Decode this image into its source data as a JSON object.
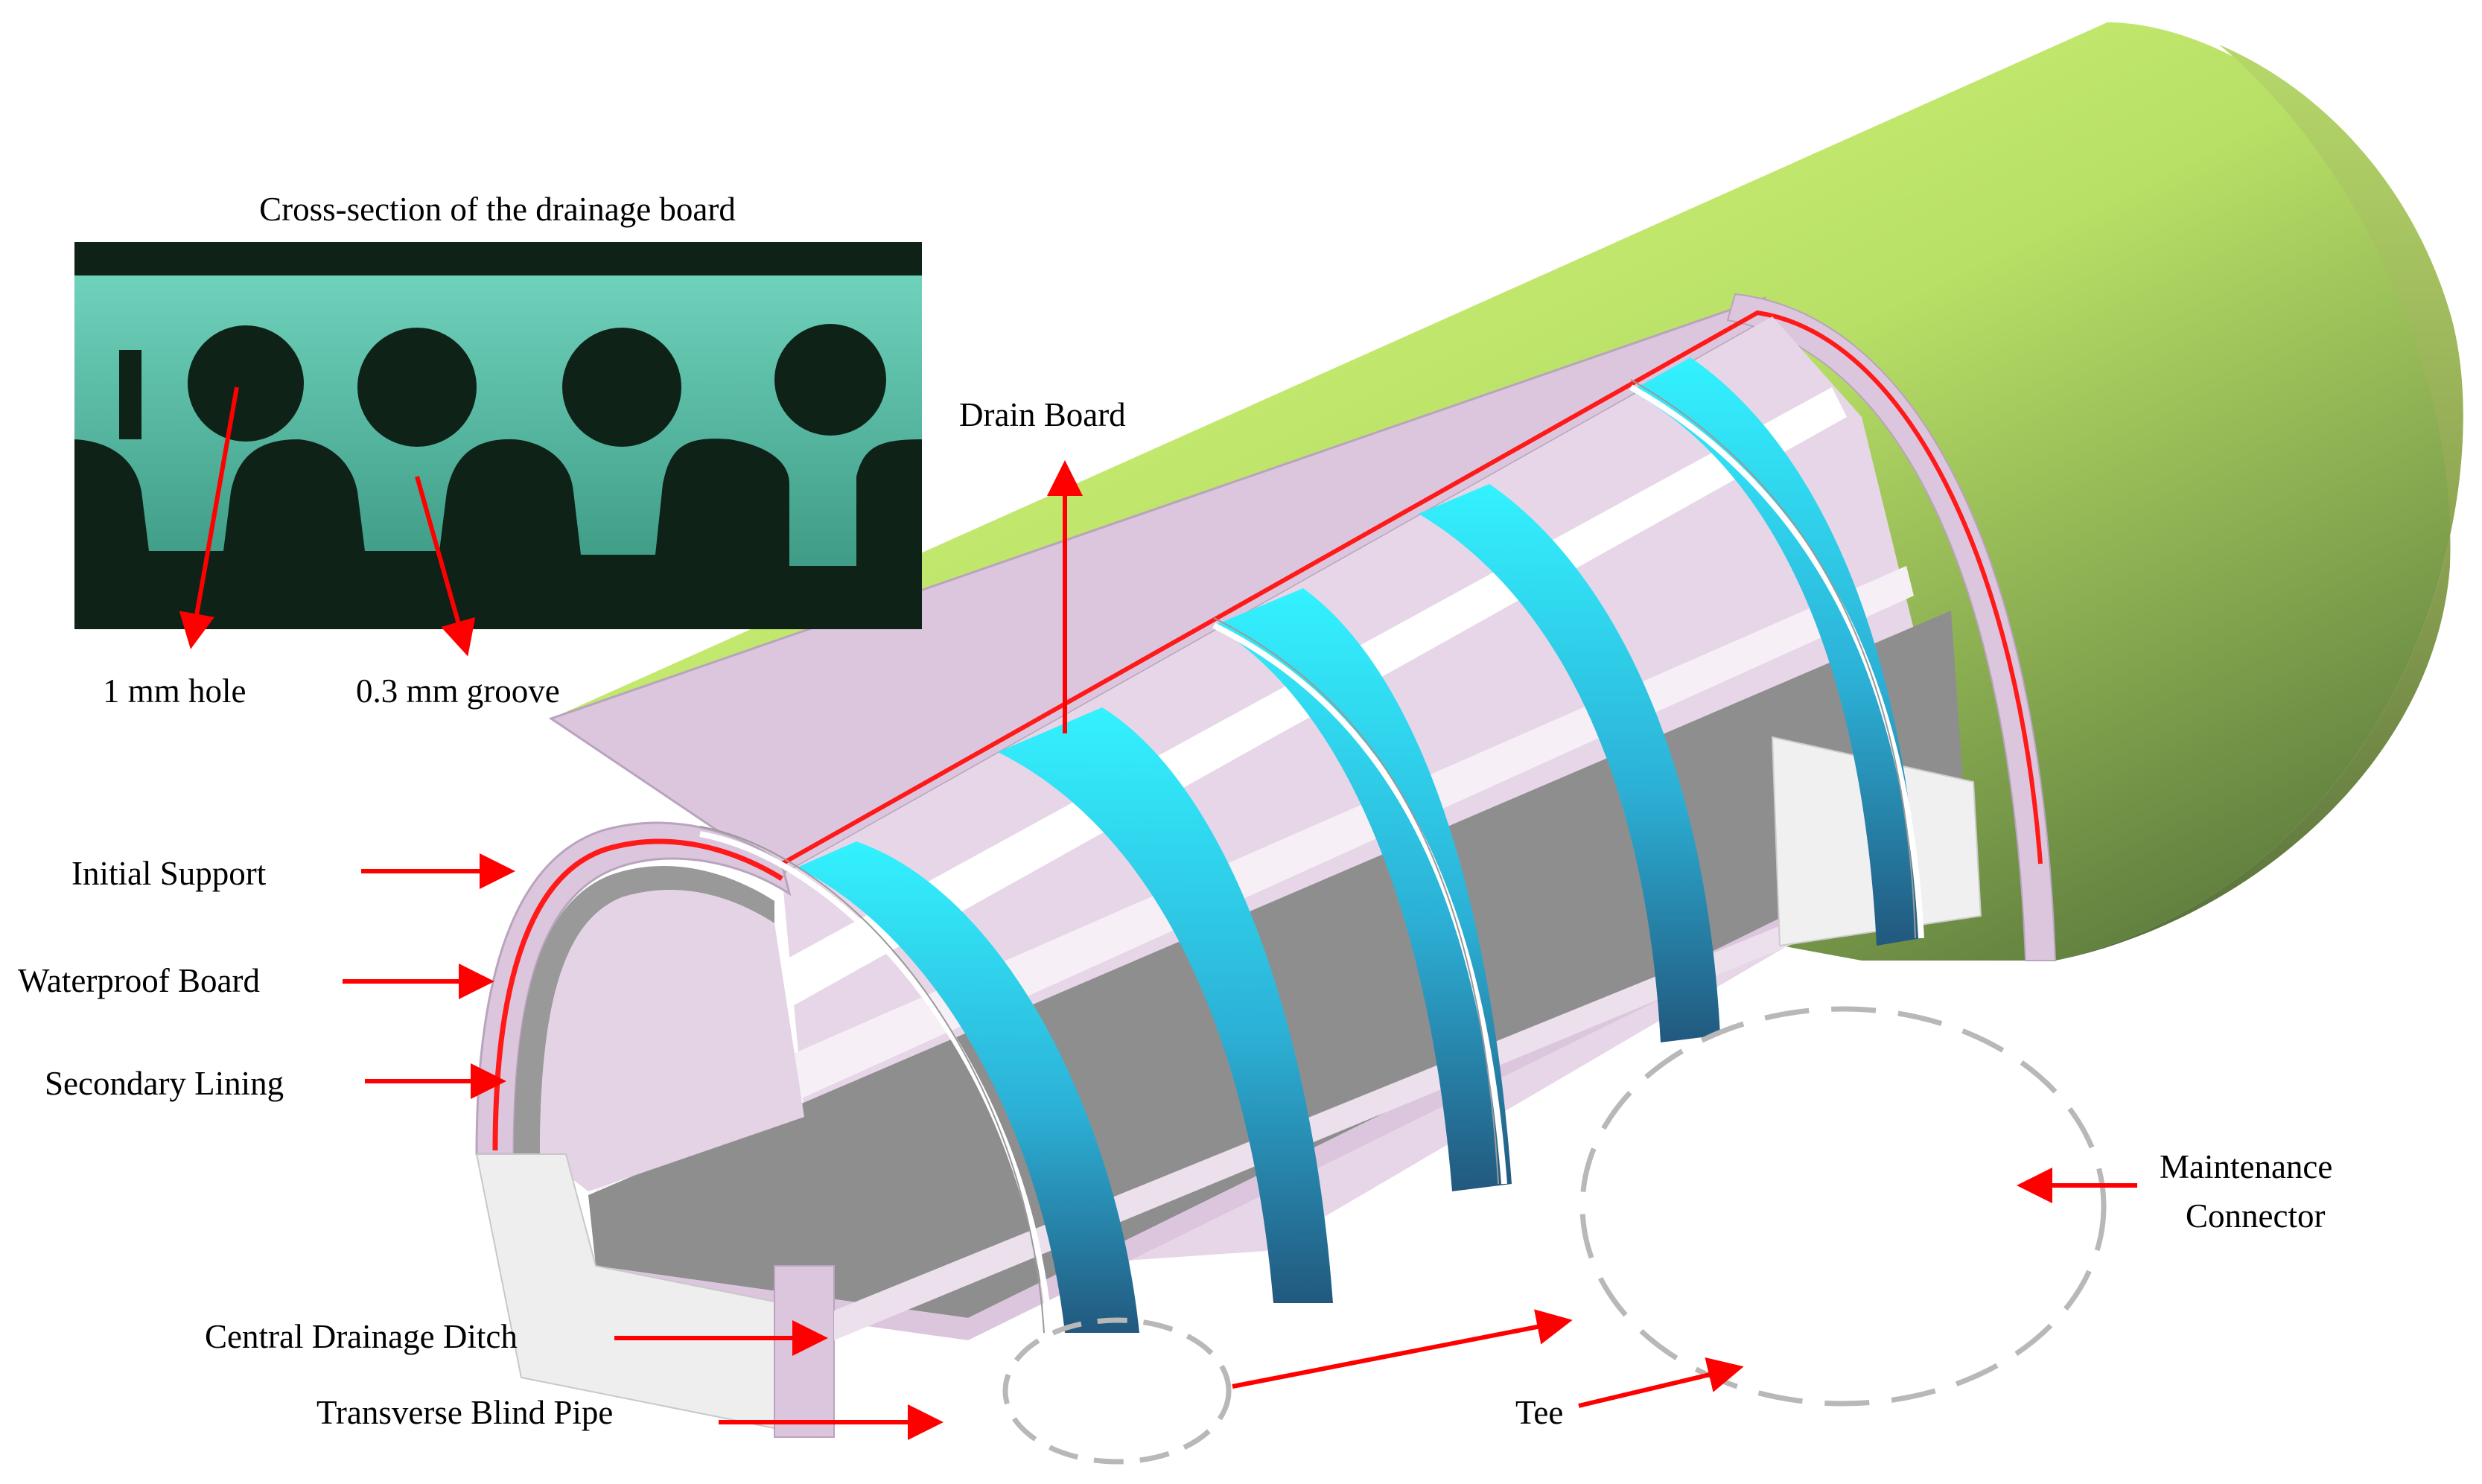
{
  "inset": {
    "title": "Cross-section of the drainage board",
    "hole_label": "1 mm hole",
    "groove_label": "0.3 mm groove"
  },
  "labels": {
    "drain_board": "Drain Board",
    "initial_support": "Initial Support",
    "waterproof_board": "Waterproof Board",
    "secondary_lining": "Secondary Lining",
    "central_drainage_ditch": "Central Drainage Ditch",
    "transverse_blind_pipe": "Transverse Blind Pipe",
    "tee": "Tee",
    "maintenance_connector_line1": "Maintenance",
    "maintenance_connector_line2": "Connector"
  },
  "colors": {
    "outer_shell": "#c8ee6a",
    "outer_shell_dark": "#5a7a3c",
    "lining": "#dcc6de",
    "waterproof": "#ff1a1a",
    "drain_board": "#2ee8ff",
    "drain_board_dark": "#2a6f92",
    "floor": "#8e8e8e",
    "inset_bg": "#0e2218",
    "inset_board": "#5fbfa8",
    "arrow": "#ff0000",
    "dashed_circle": "#b8b8b8"
  }
}
